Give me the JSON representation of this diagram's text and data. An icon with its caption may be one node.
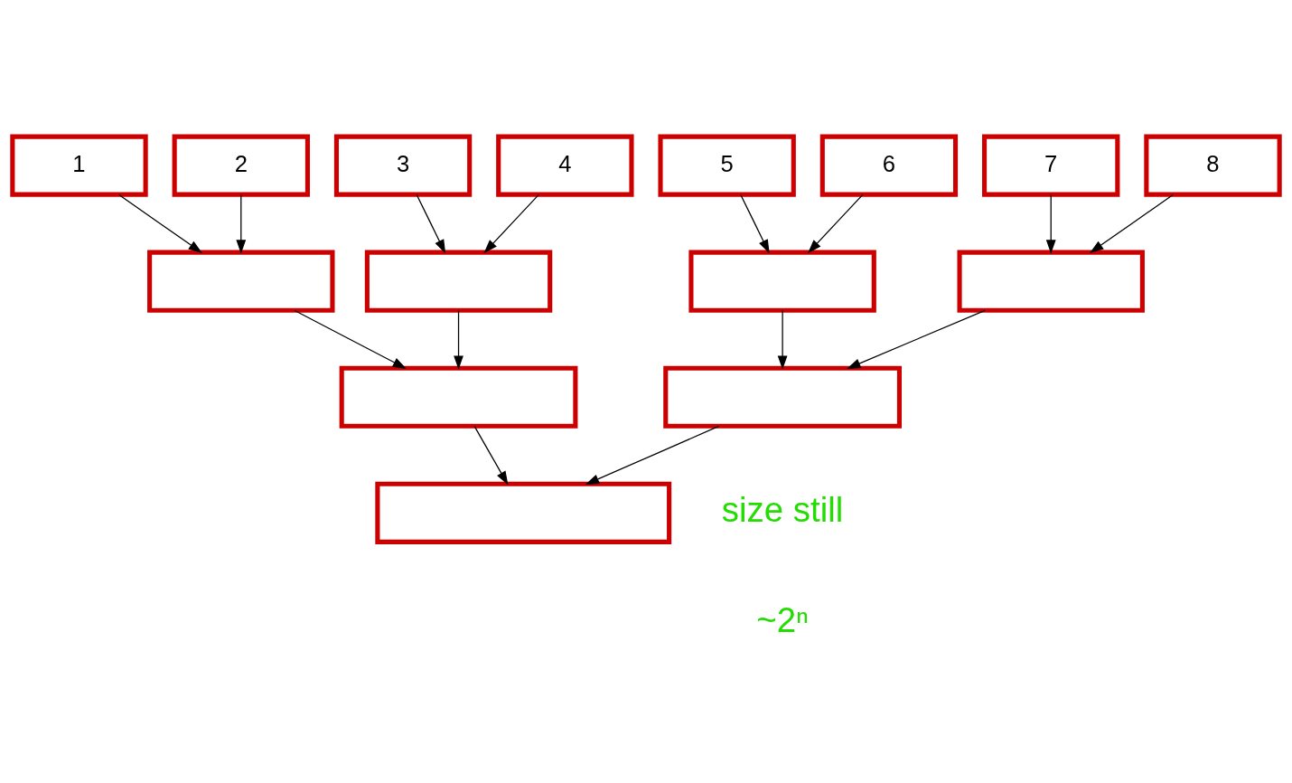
{
  "diagram": {
    "nodes": [
      {
        "text": [
          "1"
        ]
      },
      {
        "text": [
          "2"
        ]
      },
      {
        "text": [
          "3"
        ]
      },
      {
        "text": [
          "4"
        ]
      },
      {
        "text": [
          "5"
        ]
      },
      {
        "text": [
          "6"
        ]
      },
      {
        "text": [
          "7"
        ]
      },
      {
        "text": [
          "8"
        ]
      },
      {
        "text": [],
        "shape": "box"
      },
      {
        "text": [],
        "shape": "box"
      },
      {
        "text": [],
        "shape": "box"
      },
      {
        "text": [],
        "shape": "box"
      },
      {
        "text": [],
        "shape": "box"
      },
      {
        "text": [],
        "shape": "box"
      },
      {
        "text": [],
        "shape": "box"
      }
    ],
    "edges": [
      {
        "from": 0,
        "to": 8,
        "arrow": "to"
      },
      {
        "from": 1,
        "to": 8,
        "arrow": "to"
      },
      {
        "from": 2,
        "to": 9,
        "arrow": "to"
      },
      {
        "from": 3,
        "to": 9,
        "arrow": "to"
      },
      {
        "from": 4,
        "to": 10,
        "arrow": "to"
      },
      {
        "from": 5,
        "to": 10,
        "arrow": "to"
      },
      {
        "from": 6,
        "to": 11,
        "arrow": "to"
      },
      {
        "from": 7,
        "to": 11,
        "arrow": "to"
      },
      {
        "from": 8,
        "to": 12,
        "arrow": "to"
      },
      {
        "from": 9,
        "to": 12,
        "arrow": "to"
      },
      {
        "from": 10,
        "to": 13,
        "arrow": "to"
      },
      {
        "from": 11,
        "to": 13,
        "arrow": "to"
      },
      {
        "from": 12,
        "to": 14,
        "arrow": "to"
      },
      {
        "from": 13,
        "to": 14,
        "arrow": "to"
      }
    ],
    "labels": [
      "size still",
      "~2ⁿ"
    ]
  }
}
